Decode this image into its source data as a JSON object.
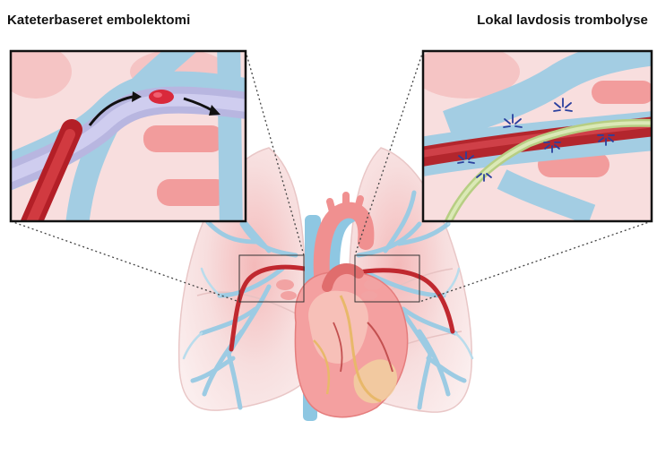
{
  "panels": {
    "left": {
      "title": "Kateterbaseret embolektomi"
    },
    "right": {
      "title": "Lokal lavdosis trombolyse"
    }
  },
  "colors": {
    "lung_fill": "#f6dcdc",
    "lung_pink": "#f2a5a5",
    "vessel_blue": "#a9d3e8",
    "artery_red": "#c0282f",
    "heart": "#f08a8a",
    "catheter_green": "#cde0a6",
    "clot": "#d9293b"
  },
  "icons": [
    "heart-illustration",
    "lungs-illustration",
    "catheter",
    "clot",
    "thrombolysis-spark"
  ]
}
